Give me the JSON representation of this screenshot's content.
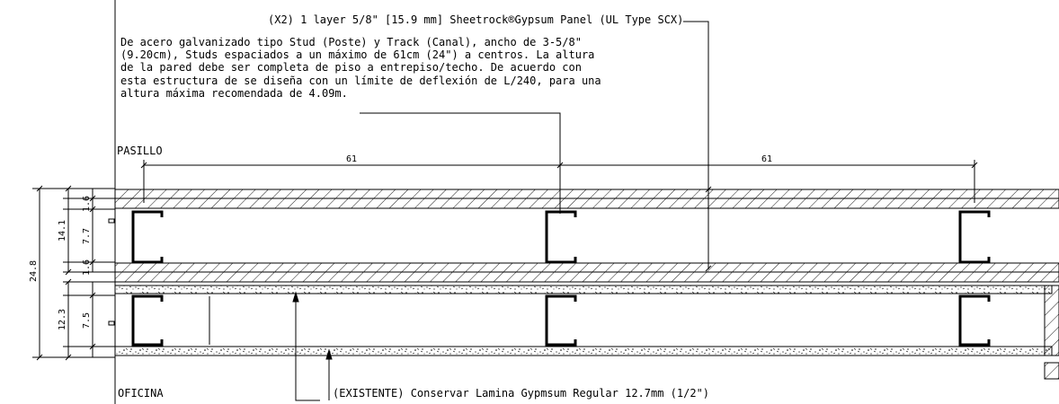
{
  "annotations": {
    "top_panel": "(X2) 1 layer 5/8\" [15.9 mm] Sheetrock®Gypsum Panel (UL Type SCX)",
    "description_lines": [
      "De acero galvanizado tipo Stud (Poste) y Track (Canal), ancho de 3-5/8\"",
      "(9.20cm), Studs espaciados a un máximo de 61cm (24\") a centros. La altura",
      "de la pared debe ser completa de piso a entrepiso/techo. De acuerdo con",
      "esta estructura de se diseña con un límite de deflexión de L/240, para una",
      "altura máxima recomendada de 4.09m."
    ],
    "bottom_panel": "(EXISTENTE) Conservar Lamina Gypmsum Regular 12.7mm (1/2\")"
  },
  "rooms": {
    "top": "PASILLO",
    "bottom": "OFICINA"
  },
  "dimensions": {
    "spacing": [
      "61",
      "61"
    ],
    "left": [
      "1.6",
      "7.7",
      "1.6",
      "7.5"
    ],
    "group": [
      "14.1",
      "12.3"
    ],
    "total": "24.8"
  },
  "colors": {
    "line": "#000000",
    "background": "#ffffff"
  }
}
